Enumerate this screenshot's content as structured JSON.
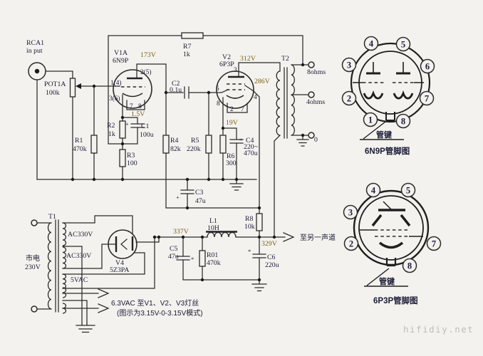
{
  "watermark": "hifidiy.net",
  "colors": {
    "wire": "#2b2b2b",
    "label": "#1c1c38",
    "voltage": "#7b6114",
    "background": "#f3f2ee"
  },
  "marks": {
    "plus": "+",
    "star": "*"
  },
  "input": {
    "jack_label1": "RCA1",
    "jack_label2": "in put",
    "pot": "POT1A",
    "pot_value": "100k",
    "r1": "R1",
    "r1_value": "470k"
  },
  "v1": {
    "name": "V1A",
    "type": "6N9P",
    "plate_v": "173V",
    "pin_grid": "1(4)",
    "pin_plate": "2(5)",
    "pin_cathode": "3(6)",
    "pin7": "7",
    "pin8": "8",
    "cathode_v": "1.5V",
    "r2": "R2",
    "r2_value": "1k",
    "c1": "C1",
    "c1_value": "100u",
    "r3": "R3",
    "r3_value": "100"
  },
  "coupling": {
    "r7": "R7",
    "r7_value": "1k",
    "c2": "C2",
    "c2_value": "0.1u",
    "r4": "R4",
    "r4_value": "82k"
  },
  "v2": {
    "name": "V2",
    "type": "6P3P",
    "plate_v": "312V",
    "screen_v": "286V",
    "cathode_v": "19V",
    "pin3": "3",
    "pin4": "4",
    "pin5": "5",
    "pin8": "8",
    "pin2": "2",
    "pin7": "7",
    "r5": "R5",
    "r5_value": "220k",
    "r6": "R6",
    "r6_value": "300",
    "c3": "C3",
    "c3_value": "47u",
    "c4": "C4",
    "c4_value1": "220~",
    "c4_value2": "470u"
  },
  "output": {
    "t2": "T2",
    "tap_8": "8ohms",
    "tap_4": "4ohms",
    "tap_0": "0"
  },
  "psu": {
    "t1": "T1",
    "mains1": "市电",
    "mains2": "230V",
    "winding1": "AC330V",
    "winding2": "AC330V",
    "winding3": "5VAC",
    "v4": "V4",
    "v4_type": "5Z3PA",
    "b1_v": "337V",
    "b2_v": "329V",
    "l1": "L1",
    "l1_value": "10H",
    "r8": "R8",
    "r8_value": "10k",
    "c5": "C5",
    "c5_value": "47u",
    "r01": "R01",
    "r01_value": "470k",
    "c6": "C6",
    "c6_value": "220u",
    "heater_note1": "6.3VAC 至V1、V2、V3灯丝",
    "heater_note2": "(图示为3.15V-0-3.15V模式)",
    "to_other_channel": "至另一声道"
  },
  "socket1": {
    "caption": "6N9P管脚图",
    "key_label": "管键",
    "pins": {
      "p1": "1",
      "p2": "2",
      "p3": "3",
      "p4": "4",
      "p5": "5",
      "p6": "6",
      "p7": "7",
      "p8": "8"
    }
  },
  "socket2": {
    "caption": "6P3P管脚图",
    "key_label": "管键",
    "pins": {
      "p2": "2",
      "p3": "3",
      "p4": "4",
      "p5": "5",
      "p7": "7",
      "p8": "8"
    }
  }
}
